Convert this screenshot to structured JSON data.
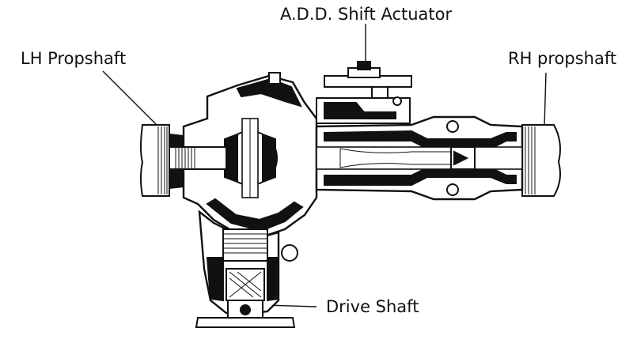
{
  "labels": {
    "add_shift_actuator": "A.D.D. Shift Actuator",
    "lh_propshaft": "LH Propshaft",
    "rh_propshaft": "RH propshaft",
    "drive_shaft": "Drive Shaft"
  },
  "colors": {
    "ink": "#111111",
    "paper": "#ffffff"
  }
}
